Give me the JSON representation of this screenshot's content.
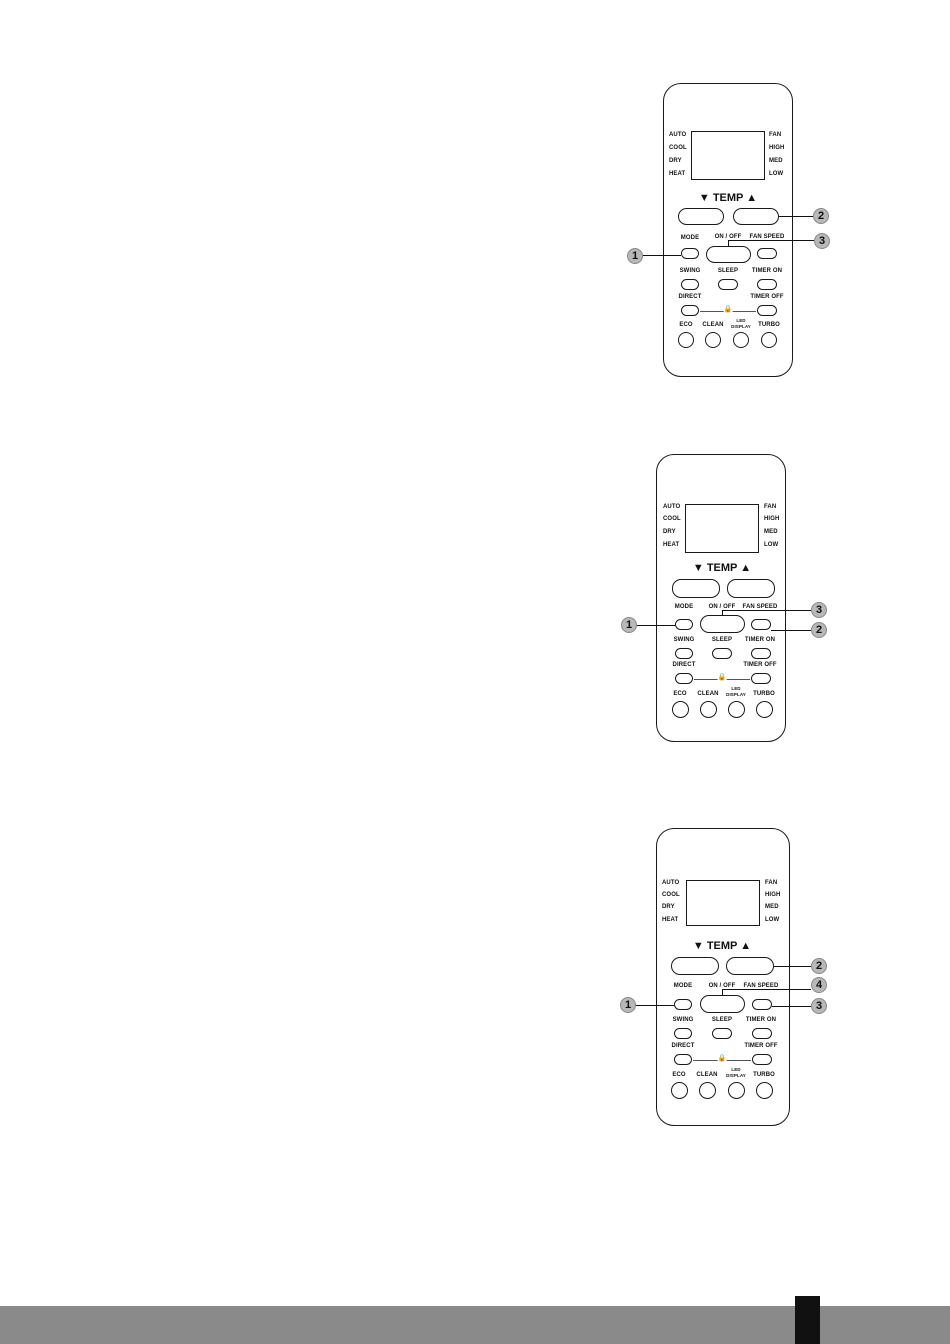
{
  "remote_labels": {
    "modes_left": [
      "AUTO",
      "COOL",
      "DRY",
      "HEAT"
    ],
    "modes_right": [
      "FAN",
      "HIGH",
      "MED",
      "LOW"
    ],
    "temp": "▼  TEMP  ▲",
    "mode": "MODE",
    "on_off": "ON / OFF",
    "fan_speed_1": "FAN SPEED",
    "fan_speed": "FAN SPEED",
    "swing": "SWING",
    "sleep": "SLEEP",
    "timer_on": "TIMER ON",
    "direct": "DIRECT",
    "timer_off": "TIMER OFF",
    "lock_symbol": "🔒",
    "eco": "ECO",
    "clean": "CLEAN",
    "led": "LED",
    "display": "DISPLAY",
    "turbo": "TURBO"
  },
  "diagrams": [
    {
      "callouts": [
        "1",
        "2",
        "3"
      ]
    },
    {
      "callouts": [
        "1",
        "2",
        "3"
      ]
    },
    {
      "callouts": [
        "1",
        "2",
        "3",
        "4"
      ]
    }
  ]
}
